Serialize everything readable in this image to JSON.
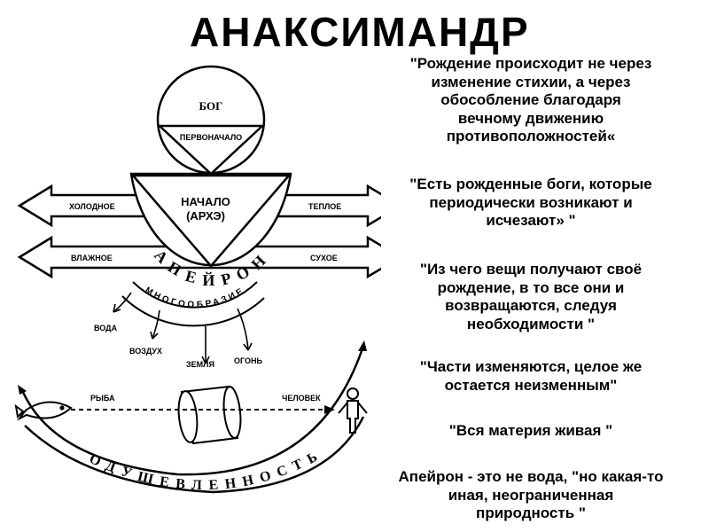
{
  "title": "АНАКСИМАНДР",
  "diagram": {
    "god": "БОГ",
    "first_principle": "ПЕРВОНАЧАЛО",
    "origin_line1": "НАЧАЛО",
    "origin_line2": "(АРХЭ)",
    "cold": "ХОЛОДНОЕ",
    "warm": "ТЕПЛОЕ",
    "wet": "ВЛАЖНОЕ",
    "dry": "СУХОЕ",
    "apeiron": "АПЕЙРОН",
    "diversity": "МНОГООБРАЗИЕ",
    "water": "ВОДА",
    "air": "ВОЗДУХ",
    "earth": "ЗЕМЛЯ",
    "fire": "ОГОНЬ",
    "fish": "РЫБА",
    "human": "ЧЕЛОВЕК",
    "animation": "ОДУШЕВЛЕННОСТЬ"
  },
  "quotes": [
    {
      "lines": [
        "\"Рождение происходит не через",
        "изменение стихии, а через",
        "обособление благодаря",
        "вечному движению",
        "противоположностей«"
      ]
    },
    {
      "lines": [
        "\"Есть рожденные боги, которые",
        "периодически возникают и",
        "исчезают» \""
      ]
    },
    {
      "lines": [
        "\"Из чего вещи получают своё",
        "рождение, в то все они и",
        "возвращаются, следуя",
        "необходимости \""
      ]
    },
    {
      "lines": [
        "\"Части изменяются, целое же",
        "остается неизменным\""
      ]
    },
    {
      "lines": [
        "\"Вся материя живая \""
      ]
    },
    {
      "lines": [
        "Апейрон - это не вода, \"но какая-то",
        "иная, неограниченная",
        "природность \""
      ]
    }
  ]
}
